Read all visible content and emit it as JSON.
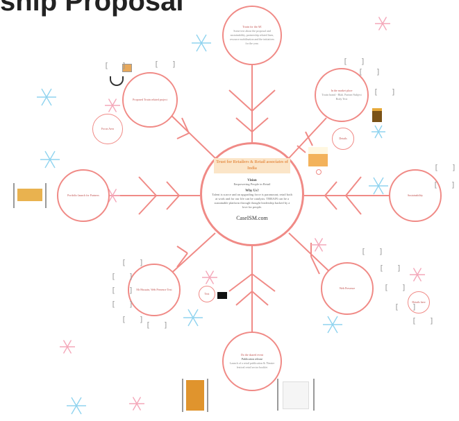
{
  "page": {
    "title": "ship Proposal"
  },
  "center": {
    "title": "Trust for Retailers & Retail associates of India",
    "vision_label": "Vision",
    "vision_text": "Empowering People in Retail",
    "why_label": "Why Us?",
    "why_text": "Talent is scarce and an upgrading force is paramount; retail both at work and for our life can be catalysts. TRRAIN can be a sustainable platform through thought leadership backed by a love for people.",
    "website": "CaseISM.com"
  },
  "nodes": {
    "top": {
      "title": "Trrain for the AE",
      "body": "Some text about the proposal and sustainability, partnership related lines, resource mobilisation and the initiatives for the year."
    },
    "top_right": {
      "title": "In the market place",
      "body": "Trrain brand - Blah. Partner/Subject Body Text"
    },
    "right": {
      "title": "Sustainability"
    },
    "bottom_right": {
      "title": "Web Presence"
    },
    "bottom": {
      "title": "Do the shared event",
      "subtitle": "Publication release",
      "body": "Launch of a retail publication & Theatre festival retail sector booklet"
    },
    "bottom_left": {
      "title": "Mr Hussain, Web Presence Text"
    },
    "left": {
      "title": "Portfolio launch for Partners"
    },
    "top_left": {
      "title": "Proposed Trrain related project"
    }
  },
  "small_circles": {
    "left_small": "Focus Area",
    "right_small": "Details",
    "br_small": "Details here",
    "bl_small": "Text"
  },
  "colors": {
    "accent": "#f08a86",
    "snow_blue": "#8fd3ef",
    "snow_pink": "#f4a7b9",
    "highlight": "#fbe5c8"
  }
}
